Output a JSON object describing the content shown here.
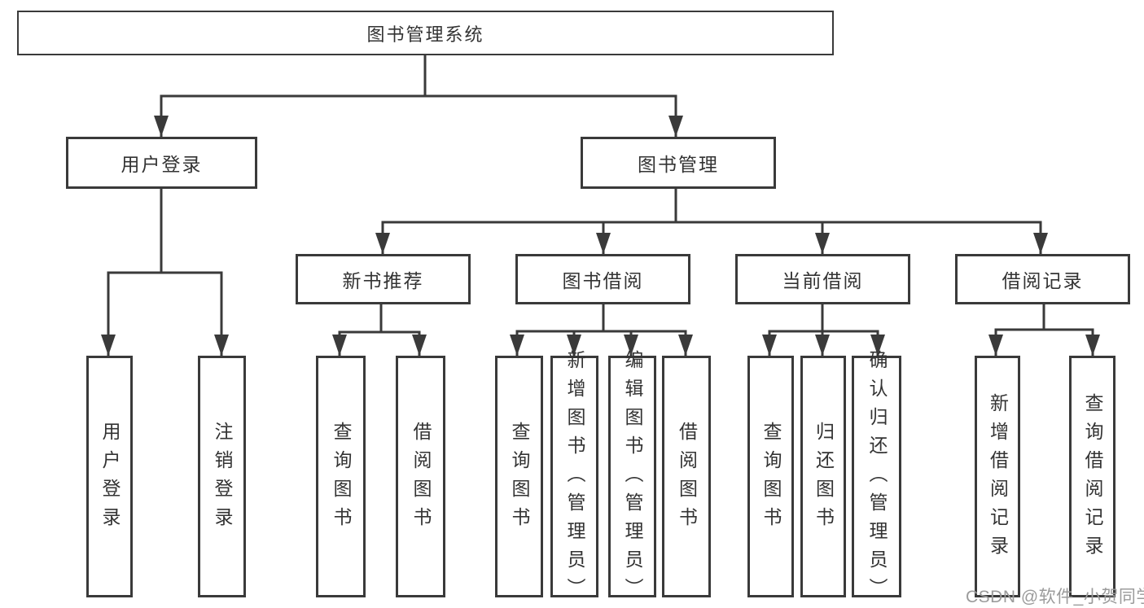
{
  "diagram": {
    "nodes": {
      "root": "图书管理系统",
      "user_login": "用户登录",
      "book_management": "图书管理",
      "new_book_recommend": "新书推荐",
      "book_borrow": "图书借阅",
      "current_borrow": "当前借阅",
      "borrow_records": "借阅记录",
      "leaf_user_login": "用户登录",
      "leaf_logout": "注销登录",
      "leaf_nb_query": "查询图书",
      "leaf_nb_borrow": "借阅图书",
      "leaf_bb_query": "查询图书",
      "leaf_bb_add": "新增图书（管理员）",
      "leaf_bb_edit": "编辑图书（管理员）",
      "leaf_bb_borrow": "借阅图书",
      "leaf_cb_query": "查询图书",
      "leaf_cb_return": "归还图书",
      "leaf_cb_confirm": "确认归还（管理员）",
      "leaf_br_add": "新增借阅记录",
      "leaf_br_query": "查询借阅记录"
    },
    "watermark": "CSDN @软件_小贺同学",
    "colors": {
      "line": "#3a3a3a",
      "text": "#333333",
      "watermark": "#9b9b9b",
      "background": "#ffffff"
    }
  }
}
